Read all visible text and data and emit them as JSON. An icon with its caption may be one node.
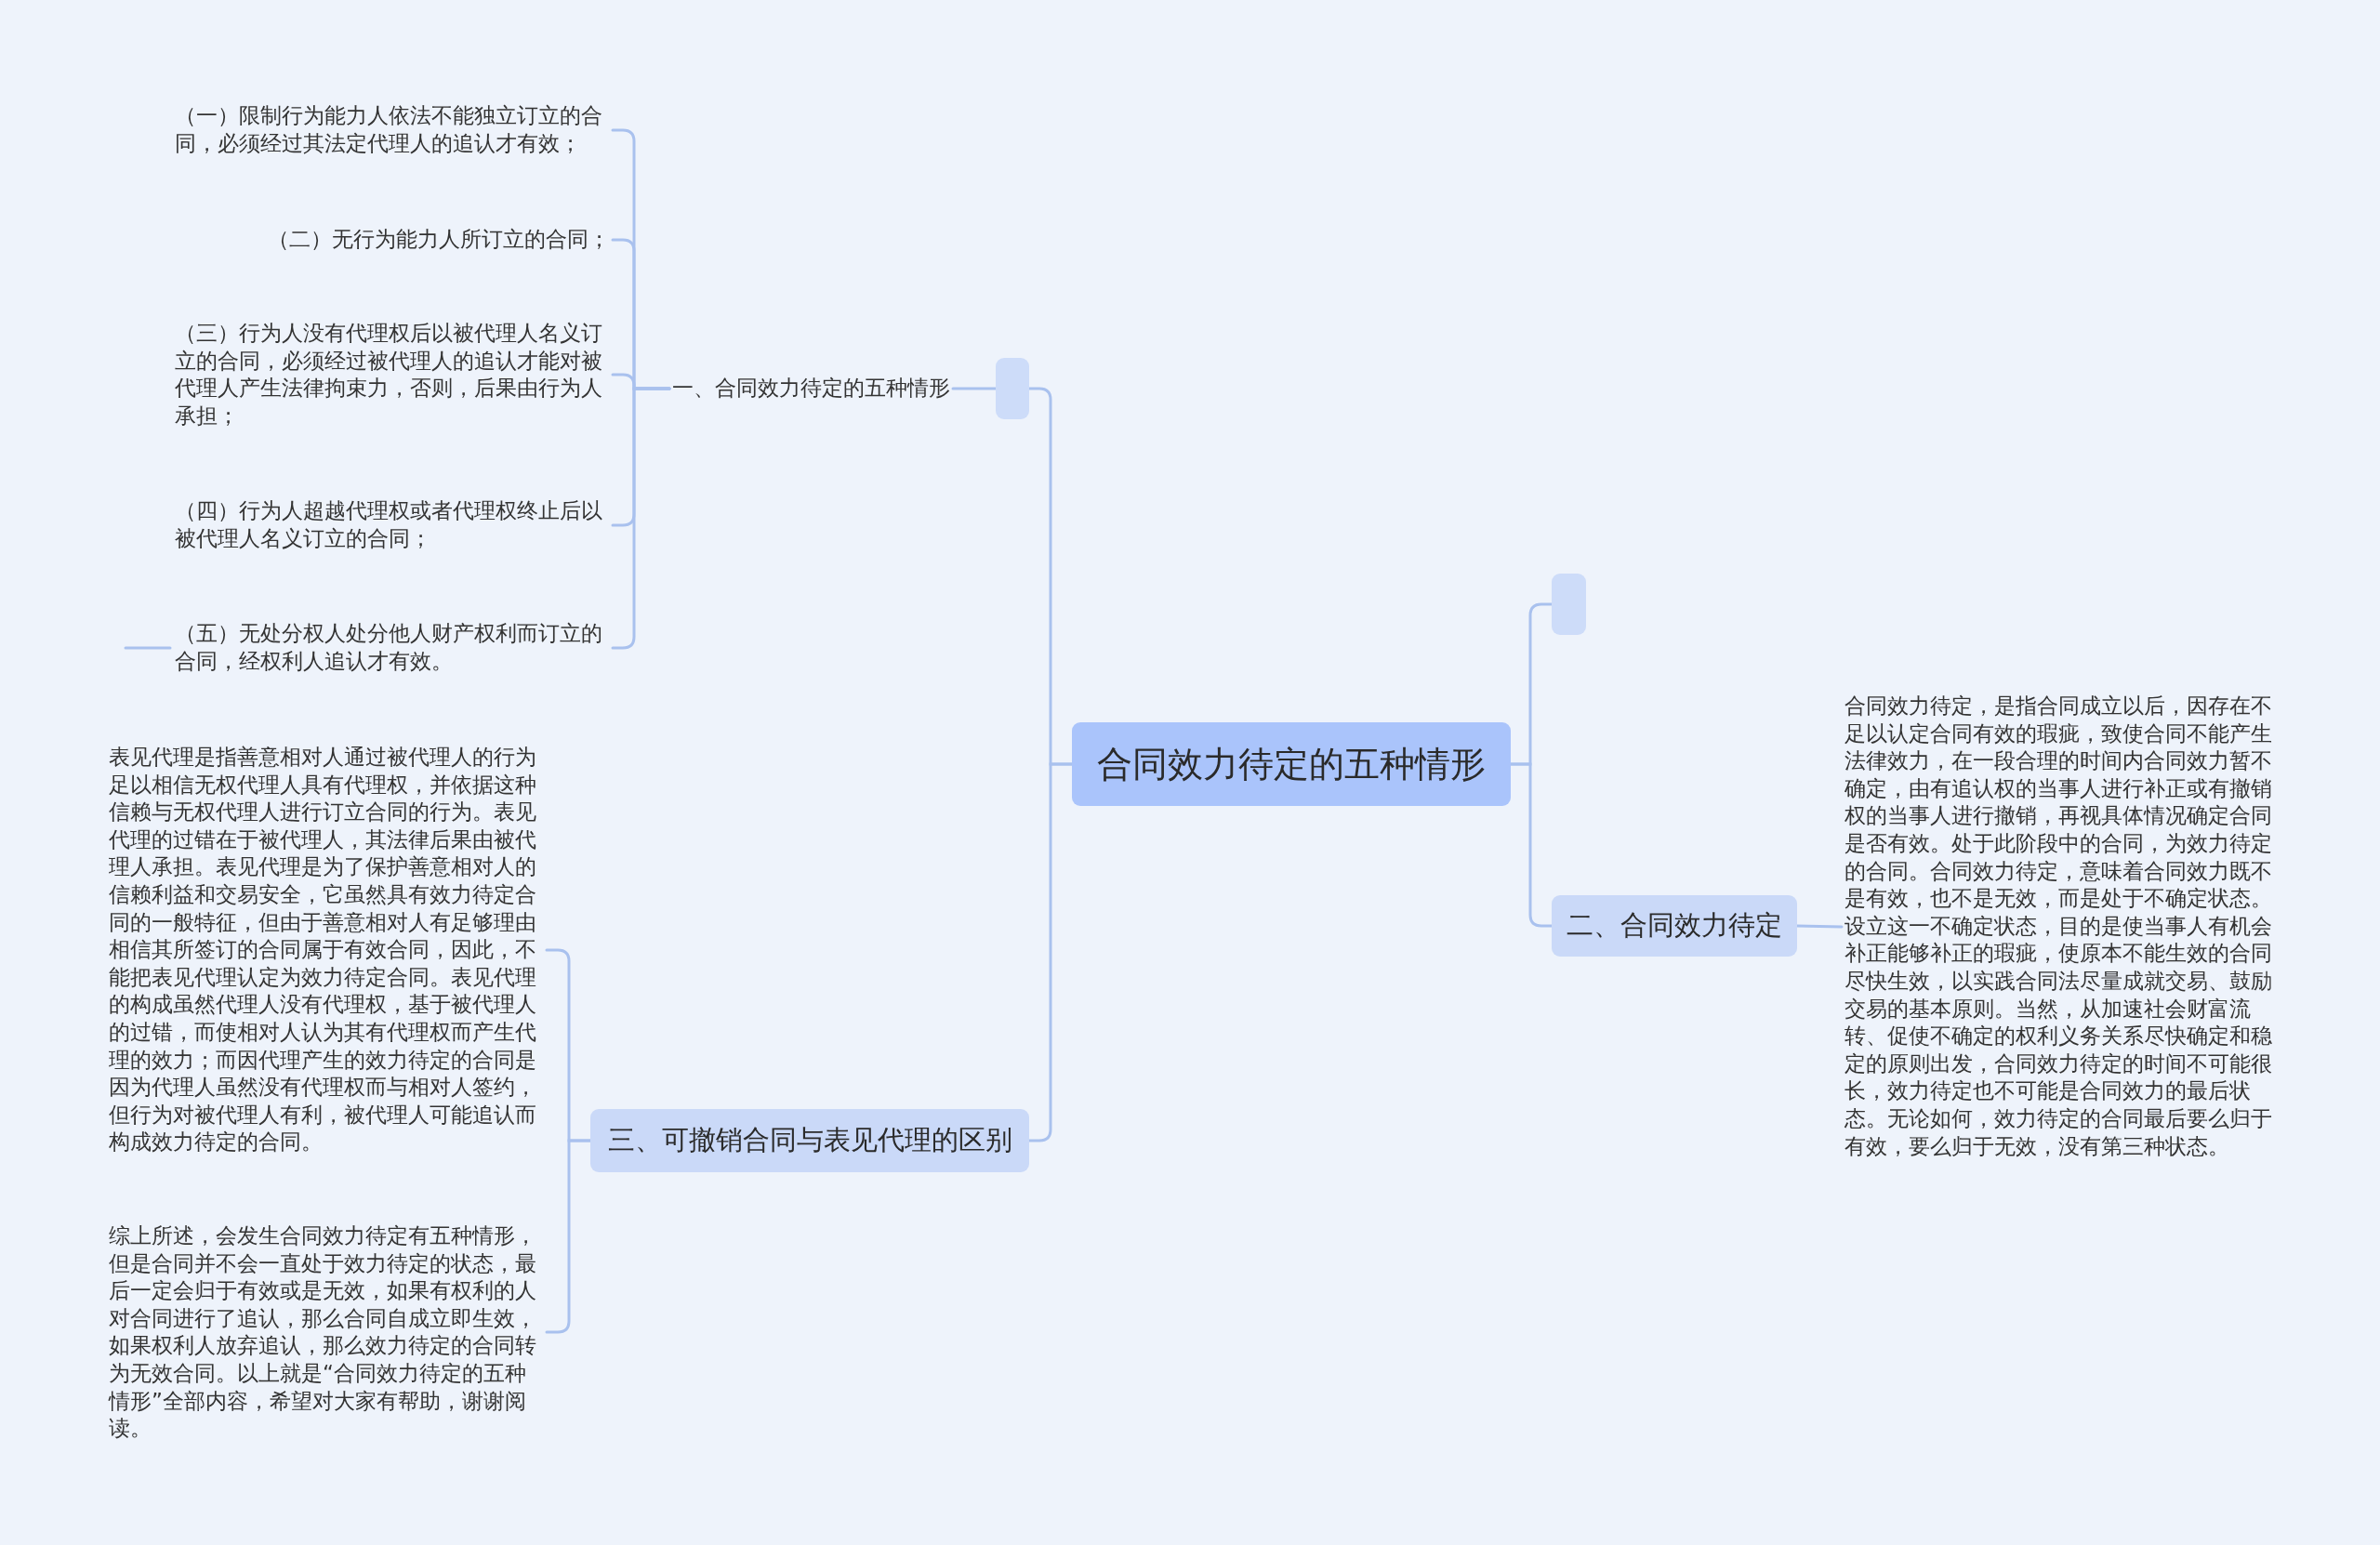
{
  "diagram": {
    "nodes": [
      {
        "text": [
          "合同效力待定的五种情形"
        ]
      },
      {
        "text": [],
        "shape": "box"
      },
      {
        "text": [
          "一、合同效力待定的五种情形"
        ]
      },
      {
        "text": [
          "（一）限制行为能力人依法不能独立订立的合同，必须经过其法定代理人的追认才有效；"
        ]
      },
      {
        "text": [
          "（二）无行为能力人所订立的合同；"
        ]
      },
      {
        "text": [
          "（三）行为人没有代理权后以被代理人名义订立的合同，必须经过被代理人的追认才能对被代理人产生法律拘束力，否则，后果由行为人承担；"
        ]
      },
      {
        "text": [
          "（四）行为人超越代理权或者代理权终止后以被代理人名义订立的合同；"
        ]
      },
      {
        "text": [
          "（五）无处分权人处分他人财产权利而订立的合同，经权利人追认才有效。"
        ]
      },
      {
        "text": [
          "三、可撤销合同与表见代理的区别"
        ]
      },
      {
        "text": [
          "表见代理是指善意相对人通过被代理人的行为足以相信无权代理人具有代理权，并依据这种信赖与无权代理人进行订立合同的行为。表见代理的过错在于被代理人，其法律后果由被代理人承担。表见代理是为了保护善意相对人的信赖利益和交易安全，它虽然具有效力待定合同的一般特征，但由于善意相对人有足够理由相信其所签订的合同属于有效合同，因此，不能把表见代理认定为效力待定合同。表见代理的构成虽然代理人没有代理权，基于被代理人的过错，而使相对人认为其有代理权而产生代理的效力；而因代理产生的效力待定的合同是因为代理人虽然没有代理权而与相对人签约，但行为对被代理人有利，被代理人可能追认而构成效力待定的合同。"
        ]
      },
      {
        "text": [
          "综上所述，会发生合同效力待定有五种情形，但是合同并不会一直处于效力待定的状态，最后一定会归于有效或是无效，如果有权利的人对合同进行了追认，那么合同自成立即生效，如果权利人放弃追认，那么效力待定的合同转为无效合同。以上就是“合同效力待定的五种情形”全部内容，希望对大家有帮助，谢谢阅读。"
        ]
      },
      {
        "text": [],
        "shape": "box"
      },
      {
        "text": [
          "二、合同效力待定"
        ]
      },
      {
        "text": [
          "合同效力待定，是指合同成立以后，因存在不足以认定合同有效的瑕疵，致使合同不能产生法律效力，在一段合理的时间内合同效力暂不确定，由有追认权的当事人进行补正或有撤销权的当事人进行撤销，再视具体情况确定合同是否有效。处于此阶段中的合同，为效力待定的合同。合同效力待定，意味着合同效力既不是有效，也不是无效，而是处于不确定状态。设立这一不确定状态，目的是使当事人有机会补正能够补正的瑕疵，使原本不能生效的合同尽快生效，以实践合同法尽量成就交易、鼓励交易的基本原则。当然，从加速社会财富流转、促使不确定的权利义务关系尽快确定和稳定的原则出发，合同效力待定的时间不可能很长，效力待定也不可能是合同效力的最后状态。无论如何，效力待定的合同最后要么归于有效，要么归于无效，没有第三种状态。"
        ]
      }
    ],
    "edges": [
      {
        "from": 0,
        "to": 1,
        "arrow": "none"
      },
      {
        "from": 1,
        "to": 2,
        "arrow": "none"
      },
      {
        "from": 2,
        "to": 3,
        "arrow": "none"
      },
      {
        "from": 2,
        "to": 4,
        "arrow": "none"
      },
      {
        "from": 2,
        "to": 5,
        "arrow": "none"
      },
      {
        "from": 2,
        "to": 6,
        "arrow": "none"
      },
      {
        "from": 2,
        "to": 7,
        "arrow": "none"
      },
      {
        "from": 7,
        "to": null,
        "arrow": "none"
      },
      {
        "from": 0,
        "to": 8,
        "arrow": "none"
      },
      {
        "from": 8,
        "to": 9,
        "arrow": "none"
      },
      {
        "from": 8,
        "to": 10,
        "arrow": "none"
      },
      {
        "from": 0,
        "to": 11,
        "arrow": "none"
      },
      {
        "from": 0,
        "to": 12,
        "arrow": "none"
      },
      {
        "from": 12,
        "to": 13,
        "arrow": "none"
      }
    ]
  }
}
